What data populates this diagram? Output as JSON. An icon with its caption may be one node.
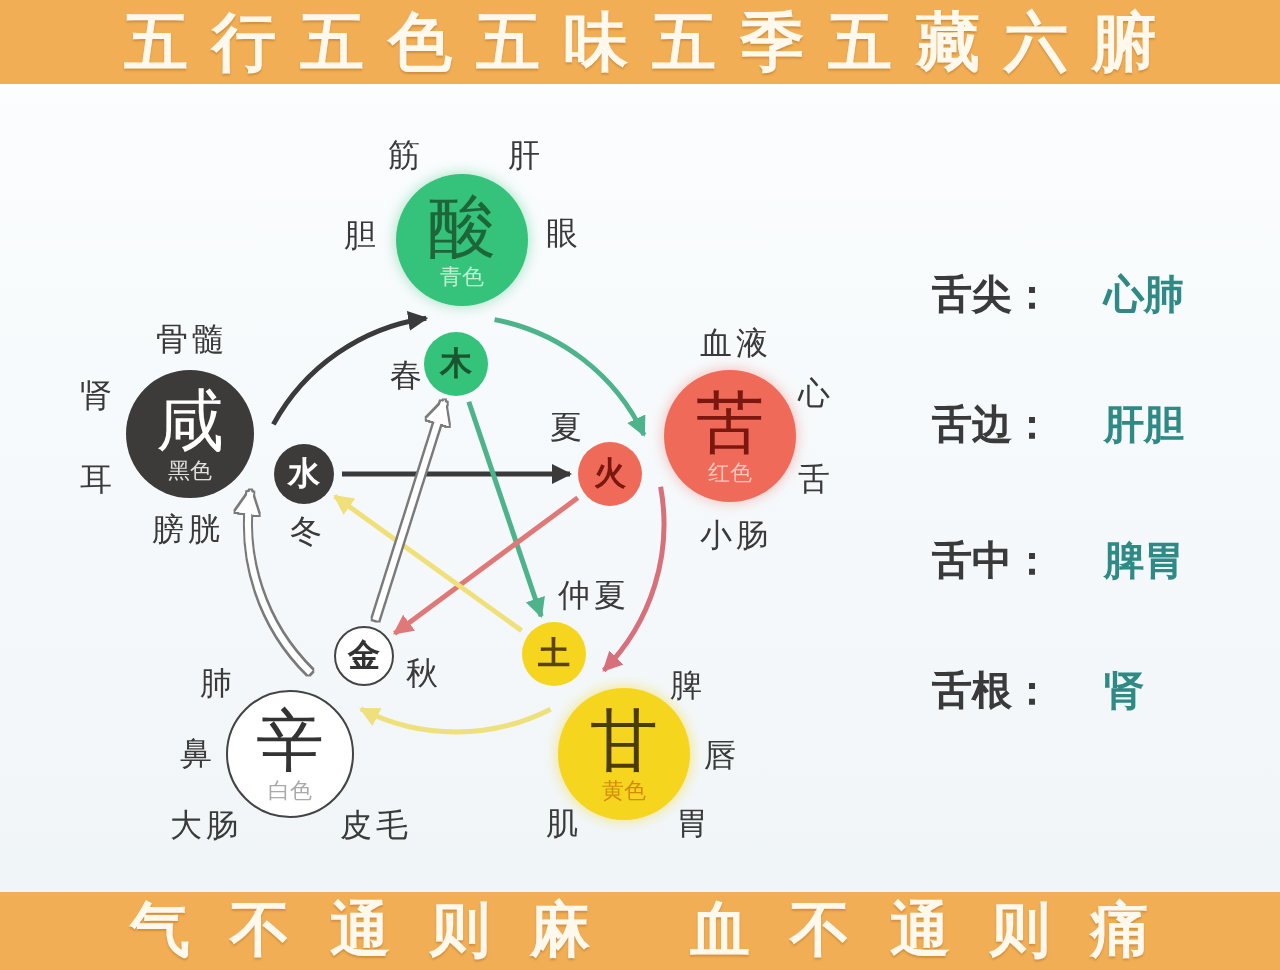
{
  "diagram": {
    "title": "五行五色五味五季五藏六腑",
    "caption": "气不通则麻 血不通则痛",
    "nodes": [
      {
        "text": [
          "酸",
          "青色"
        ],
        "beside": [
          "筋",
          "肝",
          "胆",
          "眼"
        ]
      },
      {
        "text": [
          "咸",
          "黑色"
        ],
        "beside": [
          "骨髓",
          "肾",
          "耳",
          "膀胱"
        ]
      },
      {
        "text": [
          "苦",
          "红色"
        ],
        "beside": [
          "血液",
          "心",
          "舌",
          "小肠"
        ]
      },
      {
        "text": [
          "木"
        ],
        "beside": [
          "春"
        ]
      },
      {
        "text": [
          "水"
        ],
        "beside": [
          "冬"
        ]
      },
      {
        "text": [
          "火"
        ],
        "beside": [
          "夏"
        ]
      },
      {
        "text": [
          "土"
        ],
        "beside": [
          "仲夏"
        ]
      },
      {
        "text": [
          "金"
        ],
        "beside": [
          "秋"
        ]
      },
      {
        "text": [
          "辛",
          "白色"
        ],
        "beside": [
          "肺",
          "鼻",
          "大肠",
          "皮毛"
        ]
      },
      {
        "text": [
          "甘",
          "黄色"
        ],
        "beside": [
          "脾",
          "唇",
          "肌",
          "胃"
        ]
      }
    ],
    "edges": [
      {
        "from": 1,
        "to": 0,
        "arrow": "to",
        "color": "#3a3a3a"
      },
      {
        "from": 0,
        "to": 2,
        "arrow": "to",
        "color": "#4db38a"
      },
      {
        "from": 2,
        "to": 9,
        "arrow": "to",
        "color": "#d8707c"
      },
      {
        "from": 9,
        "to": 8,
        "arrow": "to",
        "color": "#eee07a"
      },
      {
        "from": 8,
        "to": 1,
        "arrow": "to",
        "color": "#ffffff"
      },
      {
        "from": 4,
        "to": 5,
        "arrow": "to",
        "color": "#3a3a3a"
      },
      {
        "from": 3,
        "to": 6,
        "arrow": "to",
        "color": "#4db38a"
      },
      {
        "from": 5,
        "to": 7,
        "arrow": "to",
        "color": "#e07878"
      },
      {
        "from": 6,
        "to": 4,
        "arrow": "to",
        "color": "#f0e07a"
      },
      {
        "from": 7,
        "to": 3,
        "arrow": "to",
        "color": "#ffffff"
      }
    ],
    "labels": [
      "舌尖：",
      "心肺",
      "舌边：",
      "肝胆",
      "舌中：",
      "脾胃",
      "舌根：",
      "肾"
    ]
  }
}
